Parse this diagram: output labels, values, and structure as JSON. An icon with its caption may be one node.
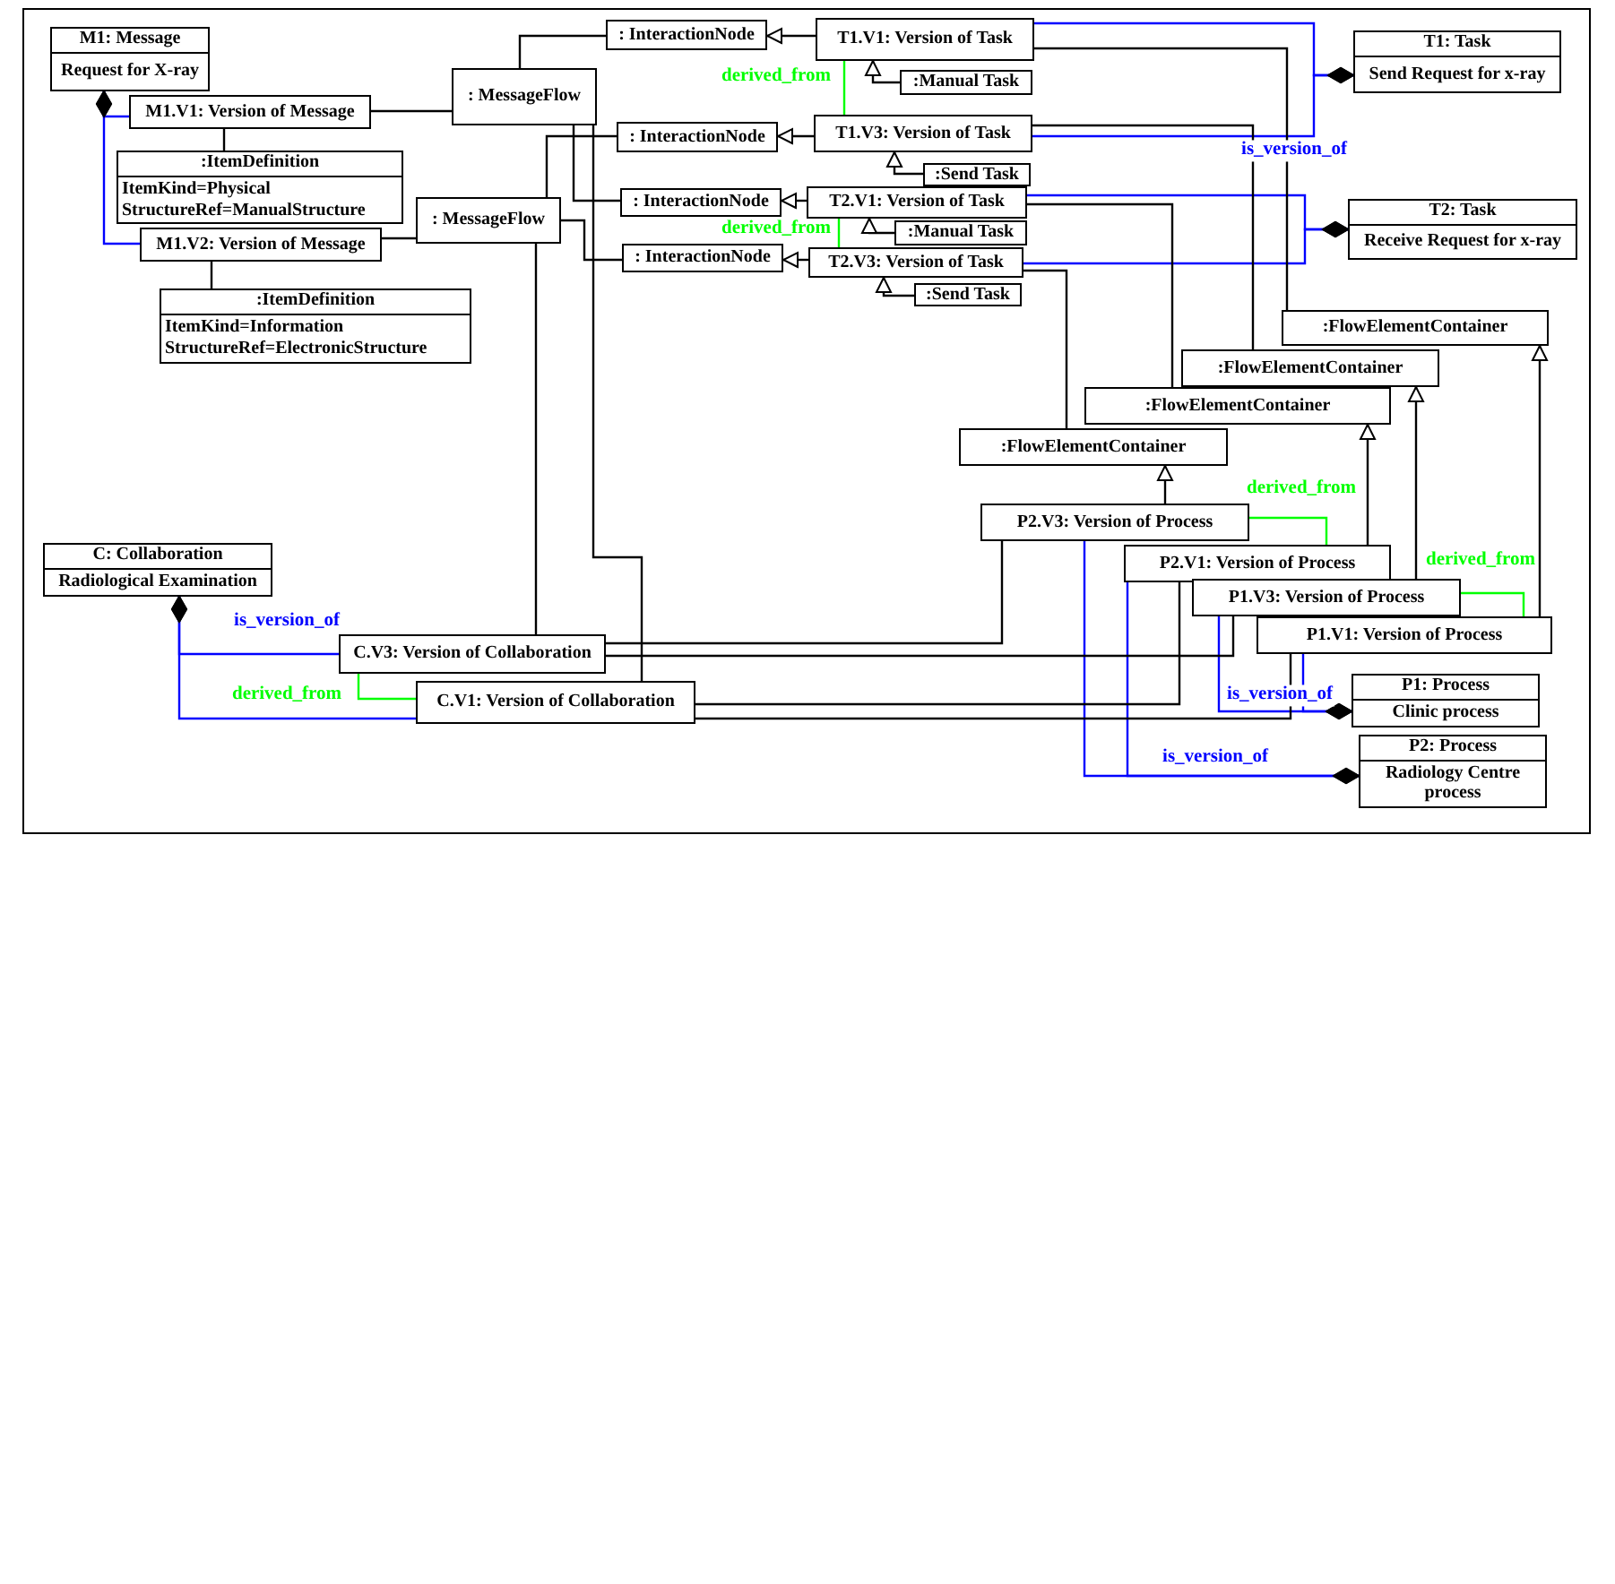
{
  "diagram": {
    "nodes": [
      {
        "text": [
          "M1: Message",
          "Request for X-ray"
        ]
      },
      {
        "text": [
          "M1.V1: Version of Message"
        ]
      },
      {
        "text": [
          ":ItemDefinition",
          "ItemKind=Physical",
          "StructureRef=ManualStructure"
        ]
      },
      {
        "text": [
          "M1.V2: Version of Message"
        ]
      },
      {
        "text": [
          ":ItemDefinition",
          "ItemKind=Information",
          "StructureRef=ElectronicStructure"
        ]
      },
      {
        "text": [
          ": MessageFlow"
        ]
      },
      {
        "text": [
          ": MessageFlow"
        ]
      },
      {
        "text": [
          ": InteractionNode"
        ]
      },
      {
        "text": [
          "T1.V1: Version of Task"
        ]
      },
      {
        "text": [
          ":Manual Task"
        ]
      },
      {
        "text": [
          ": InteractionNode"
        ]
      },
      {
        "text": [
          "T1.V3: Version of Task"
        ]
      },
      {
        "text": [
          ":Send Task"
        ]
      },
      {
        "text": [
          ": InteractionNode"
        ]
      },
      {
        "text": [
          "T2.V1: Version of Task"
        ]
      },
      {
        "text": [
          ":Manual Task"
        ]
      },
      {
        "text": [
          ": InteractionNode"
        ]
      },
      {
        "text": [
          "T2.V3: Version of Task"
        ]
      },
      {
        "text": [
          ":Send Task"
        ]
      },
      {
        "text": [
          "T1: Task",
          "Send Request for x-ray"
        ]
      },
      {
        "text": [
          "T2: Task",
          "Receive Request for x-ray"
        ]
      },
      {
        "text": [
          ":FlowElementContainer"
        ]
      },
      {
        "text": [
          ":FlowElementContainer"
        ]
      },
      {
        "text": [
          ":FlowElementContainer"
        ]
      },
      {
        "text": [
          ":FlowElementContainer"
        ]
      },
      {
        "text": [
          "P2.V3: Version of Process"
        ]
      },
      {
        "text": [
          "P2.V1: Version of Process"
        ]
      },
      {
        "text": [
          "P1.V3: Version of Process"
        ]
      },
      {
        "text": [
          "P1.V1: Version of Process"
        ]
      },
      {
        "text": [
          "P1: Process",
          "Clinic process"
        ]
      },
      {
        "text": [
          "P2: Process",
          "Radiology Centre process"
        ]
      },
      {
        "text": [
          "C: Collaboration",
          "Radiological Examination"
        ]
      },
      {
        "text": [
          "C.V3: Version of Collaboration"
        ]
      },
      {
        "text": [
          "C.V1: Version of Collaboration"
        ]
      }
    ],
    "edges": [
      {
        "from": 1,
        "to": 0,
        "arrow": "other",
        "color": "#0000ff"
      },
      {
        "from": 3,
        "to": 0,
        "arrow": "other",
        "color": "#0000ff"
      },
      {
        "from": 1,
        "to": 2,
        "arrow": "none"
      },
      {
        "from": 3,
        "to": 4,
        "arrow": "none"
      },
      {
        "from": 1,
        "to": 5,
        "arrow": "none"
      },
      {
        "from": 3,
        "to": 6,
        "arrow": "none"
      },
      {
        "from": 5,
        "to": 7,
        "arrow": "none"
      },
      {
        "from": 6,
        "to": 10,
        "arrow": "none"
      },
      {
        "from": 5,
        "to": 13,
        "arrow": "none"
      },
      {
        "from": 6,
        "to": 16,
        "arrow": "none"
      },
      {
        "from": 5,
        "to": 33,
        "arrow": "none"
      },
      {
        "from": 6,
        "to": 32,
        "arrow": "none"
      },
      {
        "from": 8,
        "to": 7,
        "arrow": "to"
      },
      {
        "from": 11,
        "to": 10,
        "arrow": "to"
      },
      {
        "from": 14,
        "to": 13,
        "arrow": "to"
      },
      {
        "from": 17,
        "to": 16,
        "arrow": "to"
      },
      {
        "from": 9,
        "to": 8,
        "arrow": "to"
      },
      {
        "from": 12,
        "to": 11,
        "arrow": "to"
      },
      {
        "from": 15,
        "to": 14,
        "arrow": "to"
      },
      {
        "from": 18,
        "to": 17,
        "arrow": "to"
      },
      {
        "from": 8,
        "to": 11,
        "arrow": "none",
        "label": "derived_from",
        "color": "#00ff00"
      },
      {
        "from": 14,
        "to": 17,
        "arrow": "none",
        "label": "derived_from",
        "color": "#00ff00"
      },
      {
        "from": 8,
        "to": 19,
        "arrow": "other",
        "color": "#0000ff"
      },
      {
        "from": 11,
        "to": 19,
        "arrow": "other",
        "label": "is_version_of",
        "color": "#0000ff"
      },
      {
        "from": 14,
        "to": 20,
        "arrow": "other",
        "color": "#0000ff"
      },
      {
        "from": 17,
        "to": 20,
        "arrow": "other",
        "color": "#0000ff"
      },
      {
        "from": 8,
        "to": 21,
        "arrow": "none"
      },
      {
        "from": 11,
        "to": 22,
        "arrow": "none"
      },
      {
        "from": 14,
        "to": 23,
        "arrow": "none"
      },
      {
        "from": 17,
        "to": 24,
        "arrow": "none"
      },
      {
        "from": 25,
        "to": 24,
        "arrow": "to"
      },
      {
        "from": 26,
        "to": 23,
        "arrow": "to"
      },
      {
        "from": 27,
        "to": 22,
        "arrow": "to"
      },
      {
        "from": 28,
        "to": 21,
        "arrow": "to"
      },
      {
        "from": 25,
        "to": 26,
        "arrow": "none",
        "label": "derived_from",
        "color": "#00ff00"
      },
      {
        "from": 27,
        "to": 28,
        "arrow": "none",
        "label": "derived_from",
        "color": "#00ff00"
      },
      {
        "from": 27,
        "to": 29,
        "arrow": "other",
        "label": "is_version_of",
        "color": "#0000ff"
      },
      {
        "from": 28,
        "to": 29,
        "arrow": "other",
        "color": "#0000ff"
      },
      {
        "from": 25,
        "to": 30,
        "arrow": "other",
        "label": "is_version_of",
        "color": "#0000ff"
      },
      {
        "from": 26,
        "to": 30,
        "arrow": "other",
        "color": "#0000ff"
      },
      {
        "from": 25,
        "to": 32,
        "arrow": "none"
      },
      {
        "from": 27,
        "to": 32,
        "arrow": "none"
      },
      {
        "from": 26,
        "to": 33,
        "arrow": "none"
      },
      {
        "from": 28,
        "to": 33,
        "arrow": "none"
      },
      {
        "from": 32,
        "to": 31,
        "arrow": "other",
        "label": "is_version_of",
        "color": "#0000ff"
      },
      {
        "from": 33,
        "to": 31,
        "arrow": "other",
        "color": "#0000ff"
      },
      {
        "from": 32,
        "to": 33,
        "arrow": "none",
        "label": "derived_from",
        "color": "#00ff00"
      }
    ]
  }
}
